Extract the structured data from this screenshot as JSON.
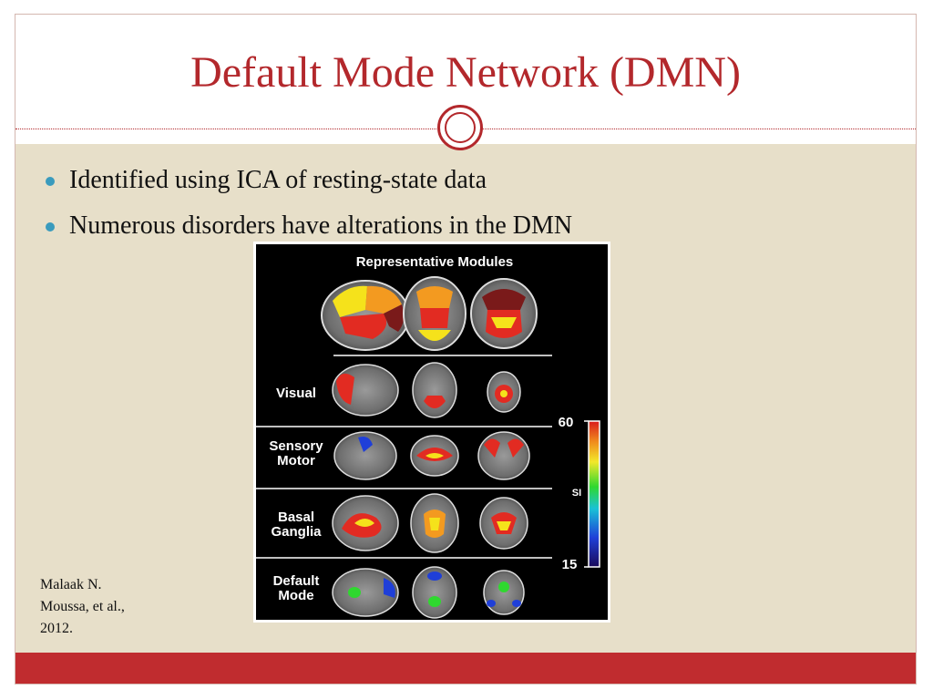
{
  "slide": {
    "title": "Default Mode Network (DMN)",
    "bullets": [
      "Identified using ICA of resting-state data",
      "Numerous disorders have alterations in the DMN"
    ],
    "citation": [
      "Malaak N.",
      "Moussa, et al.,",
      "2012."
    ]
  },
  "figure": {
    "title": "Representative Modules",
    "rows": [
      {
        "label_lines": [
          "Visual"
        ]
      },
      {
        "label_lines": [
          "Sensory",
          "Motor"
        ]
      },
      {
        "label_lines": [
          "Basal",
          "Ganglia"
        ]
      },
      {
        "label_lines": [
          "Default",
          "Mode"
        ]
      }
    ],
    "colorbar": {
      "max_label": "60",
      "min_label": "15",
      "axis_label": "SI"
    }
  },
  "colors": {
    "accent": "#b3282c",
    "footer": "#c02c2f",
    "content_bg": "#e7dfc9",
    "bullet": "#3a9bbd"
  }
}
